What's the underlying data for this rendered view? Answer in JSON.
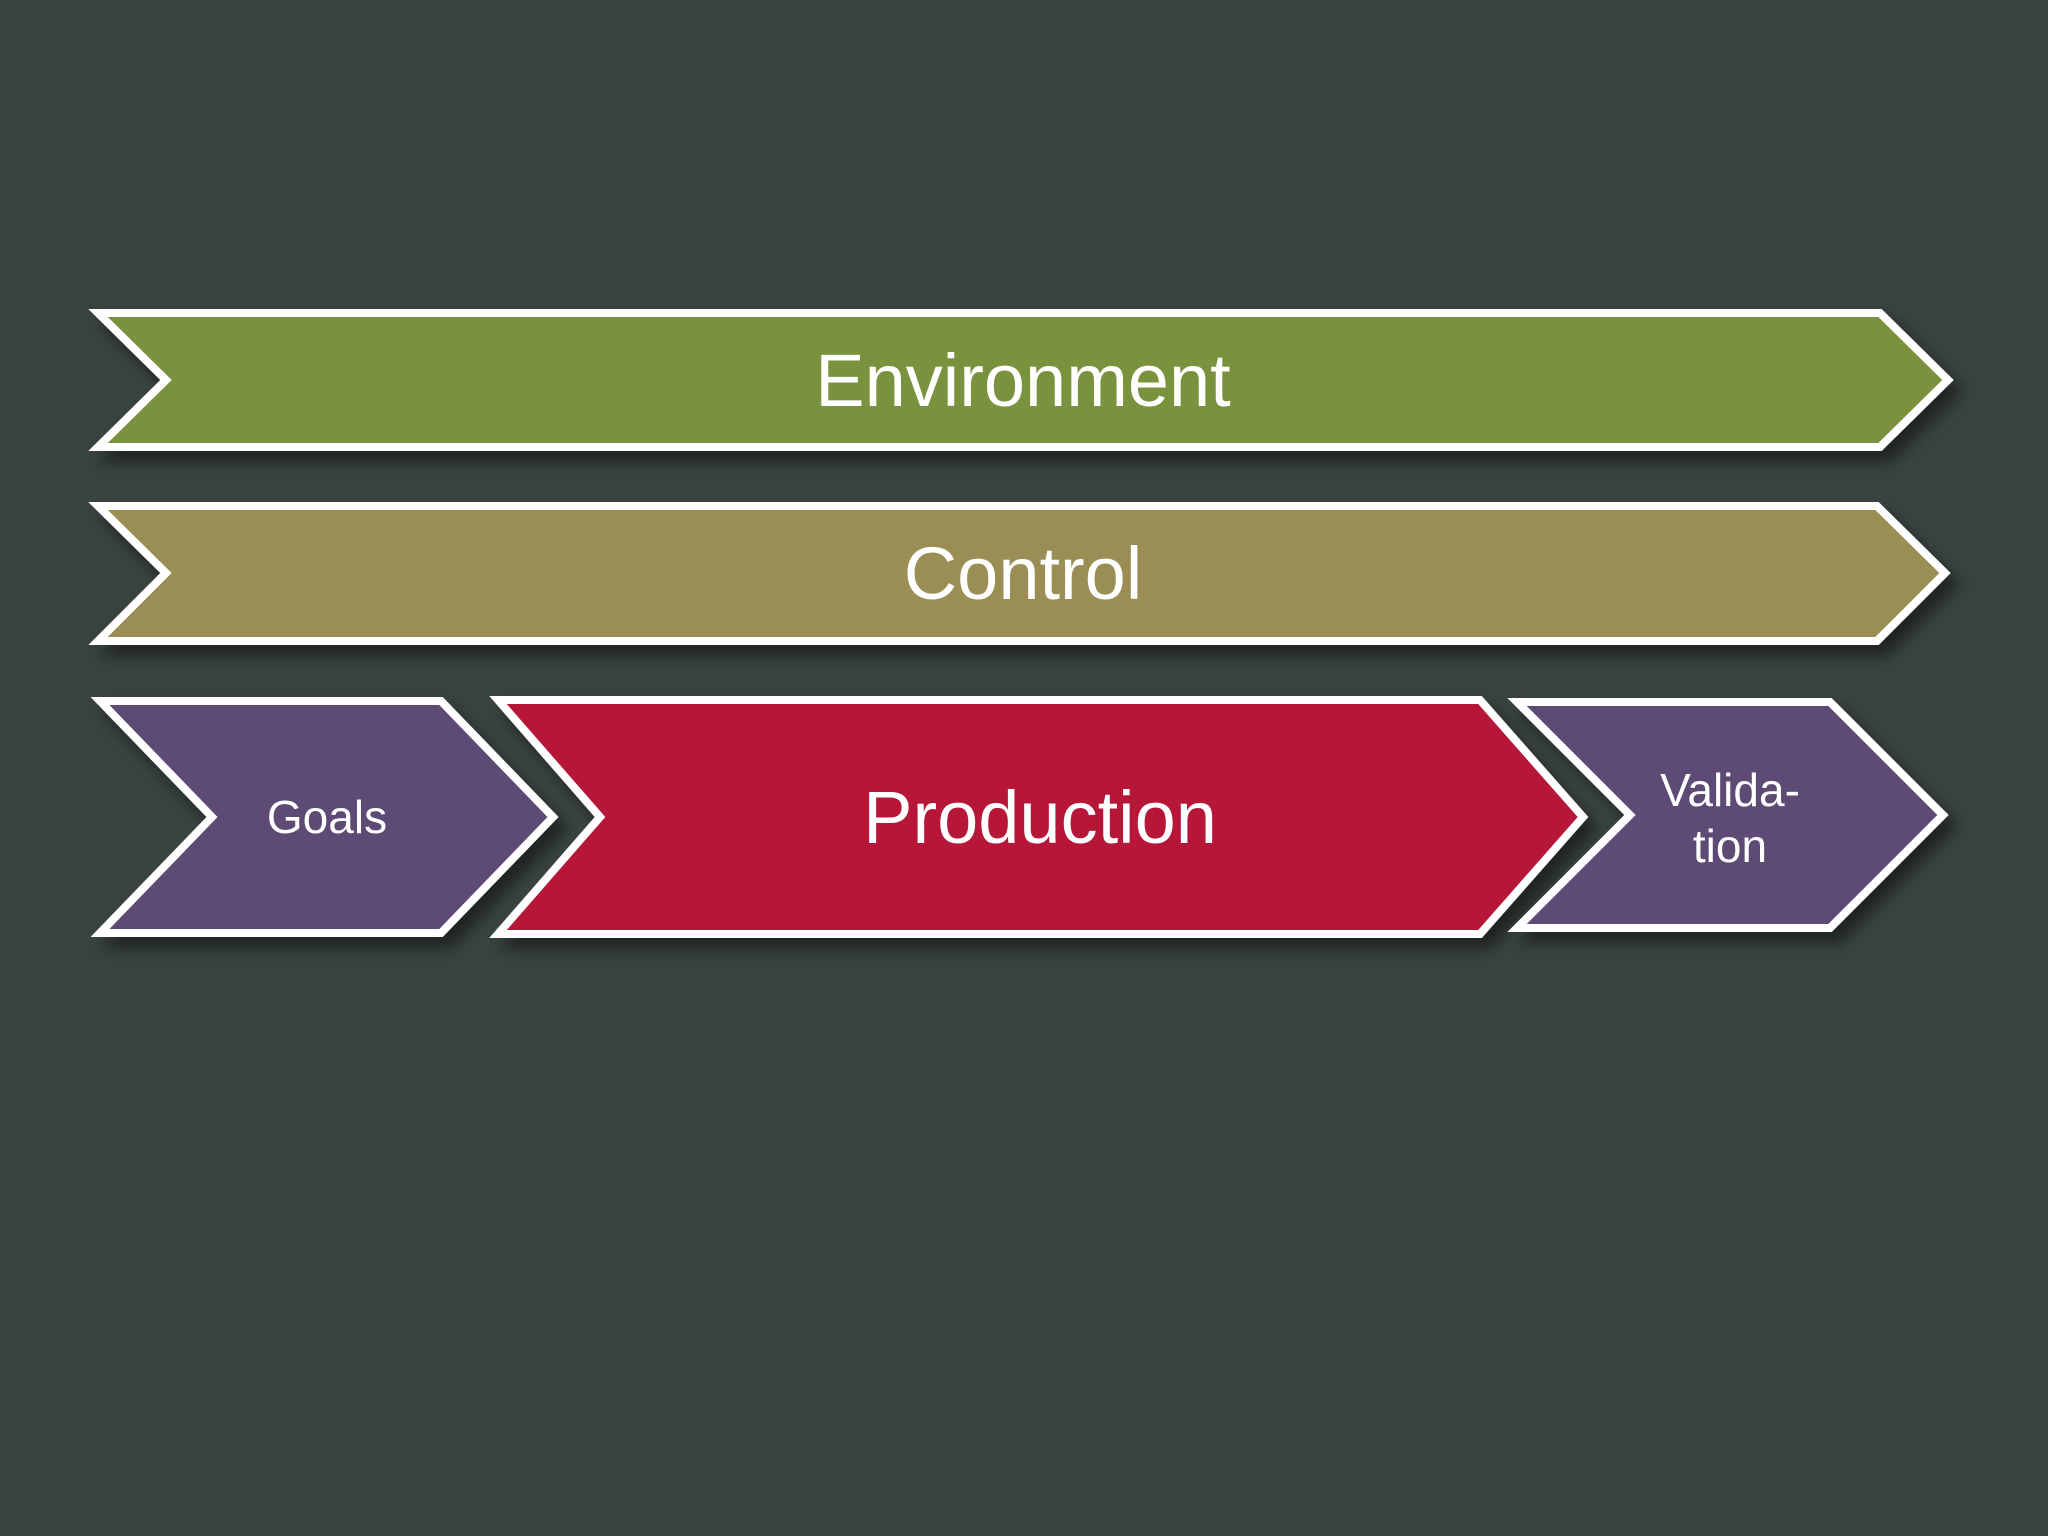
{
  "background_color": "#384240",
  "border_color": "#FFFFFF",
  "text_color": "#FFFFFF",
  "stages": [
    {
      "id": "environment",
      "label": "Environment",
      "color": "#7A923E"
    },
    {
      "id": "control",
      "label": "Control",
      "color": "#9A8E55"
    },
    {
      "id": "goals",
      "label": "Goals",
      "color": "#5D4B76"
    },
    {
      "id": "production",
      "label": "Production",
      "color": "#B61238"
    },
    {
      "id": "validation",
      "label": "Validation",
      "label_line1": "Valida-",
      "label_line2": "tion",
      "color": "#5D4B76"
    }
  ]
}
